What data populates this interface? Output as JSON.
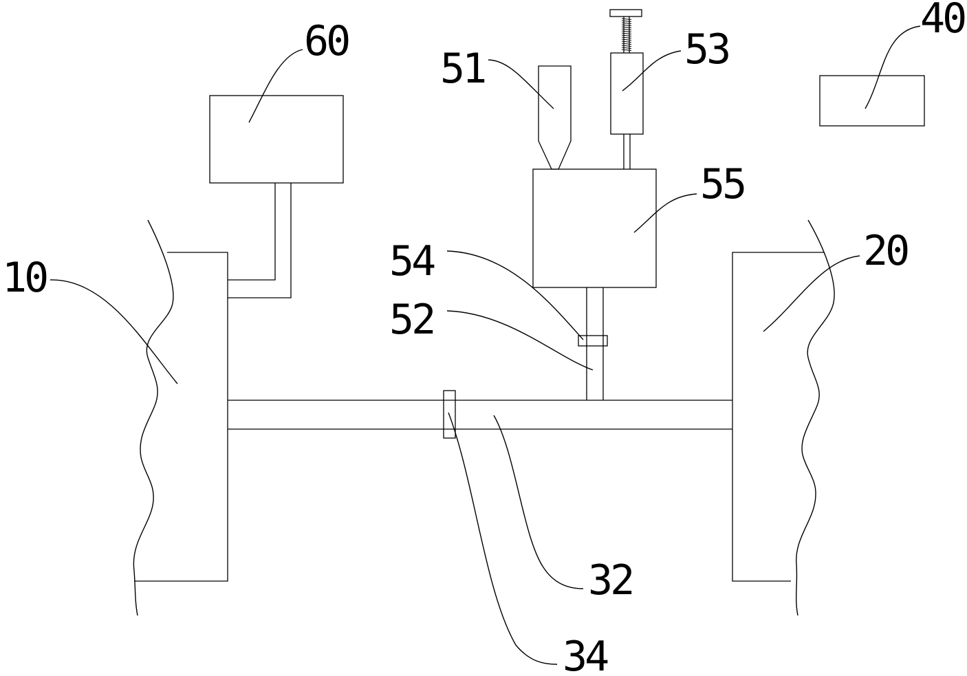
{
  "diagram": {
    "labels": {
      "n10": "10",
      "n20": "20",
      "n32": "32",
      "n34": "34",
      "n40": "40",
      "n51": "51",
      "n52": "52",
      "n53": "53",
      "n54": "54",
      "n55": "55",
      "n60": "60"
    }
  }
}
